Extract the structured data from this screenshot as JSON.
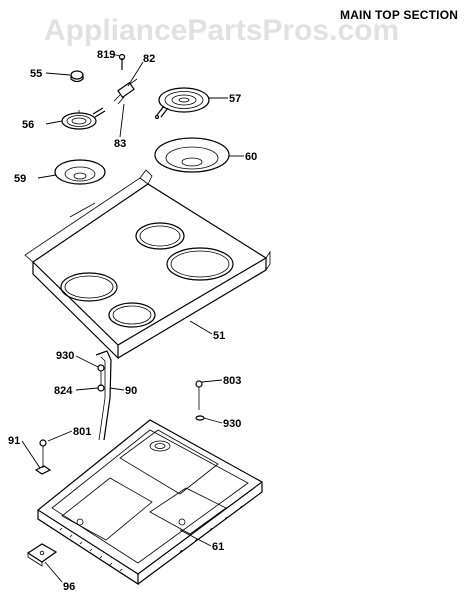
{
  "header": {
    "watermark": "AppliancePartsPros.com",
    "section_title": "MAIN TOP SECTION"
  },
  "callouts": [
    {
      "id": "819",
      "label": "819"
    },
    {
      "id": "82",
      "label": "82"
    },
    {
      "id": "55",
      "label": "55"
    },
    {
      "id": "57",
      "label": "57"
    },
    {
      "id": "56",
      "label": "56"
    },
    {
      "id": "83",
      "label": "83"
    },
    {
      "id": "59",
      "label": "59"
    },
    {
      "id": "60",
      "label": "60"
    },
    {
      "id": "51",
      "label": "51"
    },
    {
      "id": "930a",
      "label": "930"
    },
    {
      "id": "824",
      "label": "824"
    },
    {
      "id": "90",
      "label": "90"
    },
    {
      "id": "803",
      "label": "803"
    },
    {
      "id": "930b",
      "label": "930"
    },
    {
      "id": "91",
      "label": "91"
    },
    {
      "id": "801",
      "label": "801"
    },
    {
      "id": "61",
      "label": "61"
    },
    {
      "id": "96",
      "label": "96"
    }
  ]
}
